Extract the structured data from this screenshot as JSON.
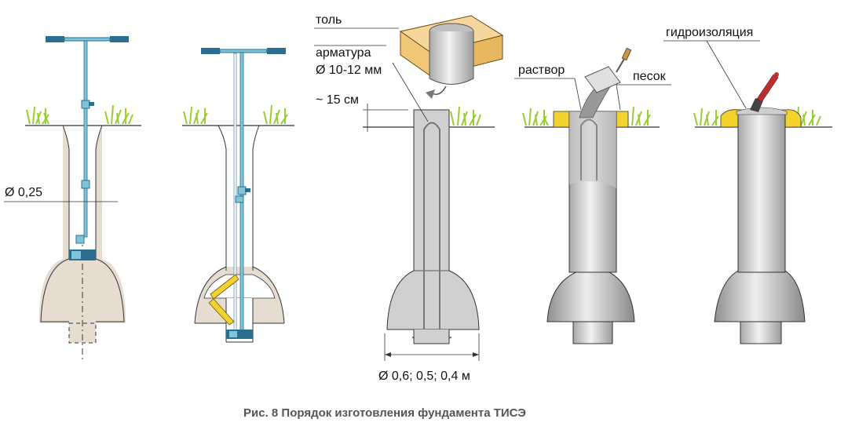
{
  "labels": {
    "tol": "толь",
    "armatura": "арматура",
    "armatura_diam": "Ø 10-12 мм",
    "depth": "~ 15 см",
    "bore_diam": "Ø 0,25",
    "base_diam": "Ø 0,6; 0,5; 0,4 м",
    "rastvor": "раствор",
    "pesok": "песок",
    "gidro": "гидроизоляция"
  },
  "caption": "Рис. 8  Порядок изготовления фундамента ТИСЭ",
  "colors": {
    "soil": "#e6ddd0",
    "grass": "#9acd32",
    "tool": "#7fc4d8",
    "tool_dark": "#2a6f8f",
    "concrete": "#d0d0d0",
    "sand": "#f2d22e",
    "wood": "#f0c878",
    "brush": "#b83030"
  }
}
